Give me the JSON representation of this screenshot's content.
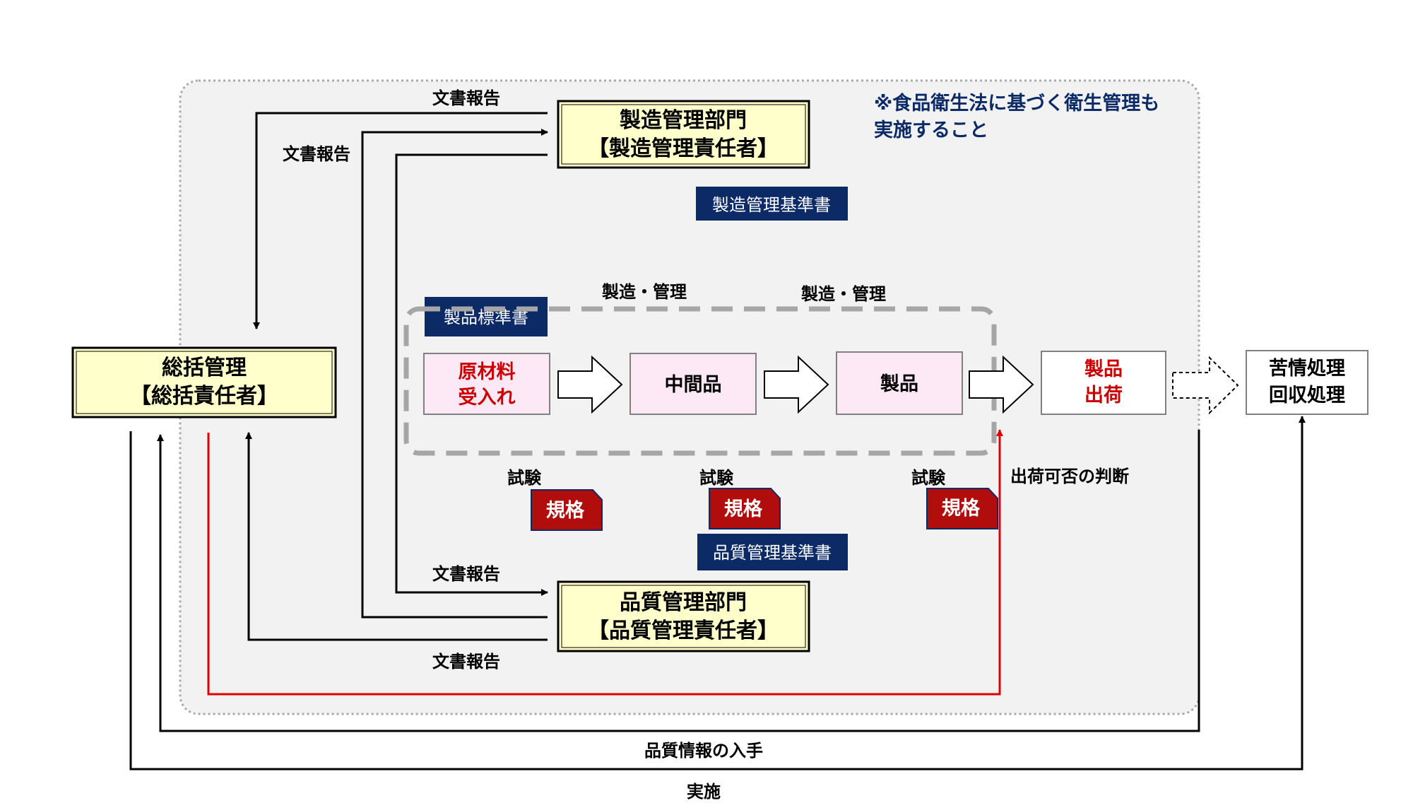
{
  "note": {
    "line1": "※食品衛生法に基づく衛生管理も",
    "line2": "実施すること"
  },
  "boxes": {
    "general_line1": "総括管理",
    "general_line2": "【総括責任者】",
    "manufacturing_line1": "製造管理部門",
    "manufacturing_line2": "【製造管理責任者】",
    "quality_line1": "品質管理部門",
    "quality_line2": "【品質管理責任者】"
  },
  "documents": {
    "manufacturing_standard": "製造管理基準書",
    "product_standard": "製品標準書",
    "quality_standard": "品質管理基準書"
  },
  "flow": {
    "raw_line1": "原材料",
    "raw_line2": "受入れ",
    "intermediate": "中間品",
    "product": "製品",
    "shipment_line1": "製品",
    "shipment_line2": "出荷",
    "complaint_line1": "苦情処理",
    "complaint_line2": "回収処理"
  },
  "labels": {
    "report_top_1": "文書報告",
    "report_top_2": "文書報告",
    "report_bottom_1": "文書報告",
    "report_bottom_2": "文書報告",
    "mfg_control_1": "製造・管理",
    "mfg_control_2": "製造・管理",
    "test_1": "試験",
    "test_2": "試験",
    "test_3": "試験",
    "spec": "規格",
    "shipment_decision": "出荷可否の判断",
    "quality_info": "品質情報の入手",
    "implementation": "実施"
  },
  "colors": {
    "navy": "#0b2a66",
    "red": "#cc0000",
    "spec_red": "#b10d0d",
    "box_yellow": "#ffffcc",
    "box_pink": "#fde8f6",
    "panel_gray": "#f2f2f2"
  }
}
